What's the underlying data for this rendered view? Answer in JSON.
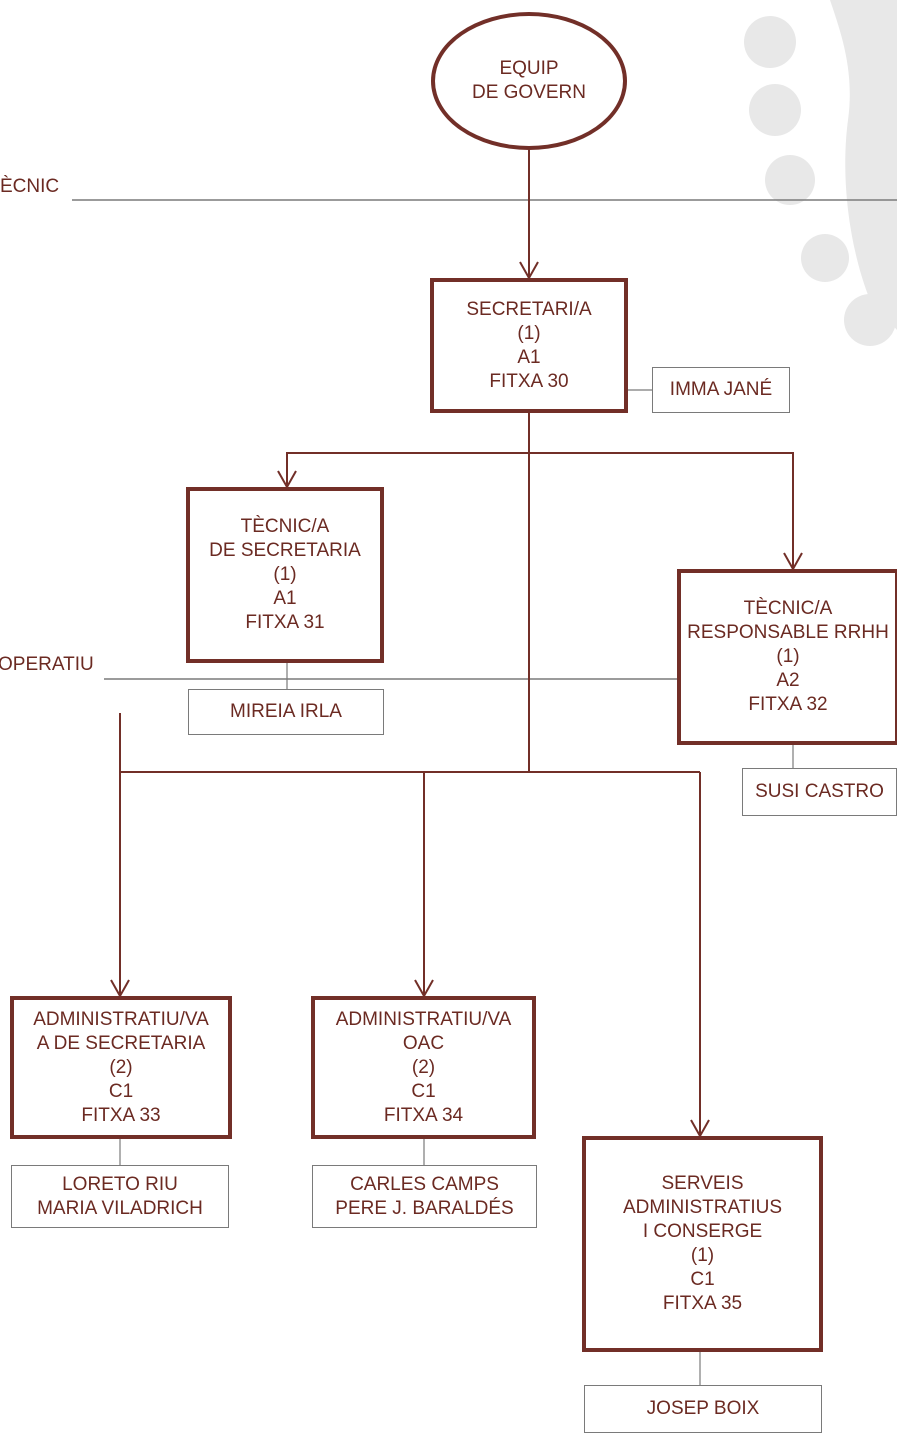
{
  "levels": {
    "tecnic": "ÈCNIC",
    "operatiu": "OPERATIU"
  },
  "governance": {
    "line1": "EQUIP",
    "line2": "DE GOVERN"
  },
  "secretari": {
    "lines": [
      "SECRETARI/A",
      "(1)",
      "A1",
      "FITXA 30"
    ],
    "person": "IMMA JANÉ"
  },
  "tecnic_secretaria": {
    "lines": [
      "TÈCNIC/A",
      "DE SECRETARIA",
      "(1)",
      "A1",
      "FITXA 31"
    ],
    "person": "MIREIA IRLA"
  },
  "tecnic_rrhh": {
    "lines": [
      "TÈCNIC/A",
      "RESPONSABLE RRHH",
      "(1)",
      "A2",
      "FITXA 32"
    ],
    "person": "SUSI CASTRO"
  },
  "admin_secretaria": {
    "lines": [
      "ADMINISTRATIU/VA",
      "A DE SECRETARIA",
      "(2)",
      "C1",
      "FITXA 33"
    ],
    "persons": [
      "LORETO RIU",
      "MARIA VILADRICH"
    ]
  },
  "admin_oac": {
    "lines": [
      "ADMINISTRATIU/VA",
      "OAC",
      "(2)",
      "C1",
      "FITXA 34"
    ],
    "persons": [
      "CARLES CAMPS",
      "PERE J. BARALDÉS"
    ]
  },
  "serveis": {
    "lines": [
      "SERVEIS",
      "ADMINISTRATIUS",
      "I CONSERGE",
      "(1)",
      "C1",
      "FITXA 35"
    ],
    "person": "JOSEP BOIX"
  },
  "colors": {
    "accent": "#722f28",
    "gray": "#7a7a7a",
    "decor": "#e6e6e6"
  }
}
